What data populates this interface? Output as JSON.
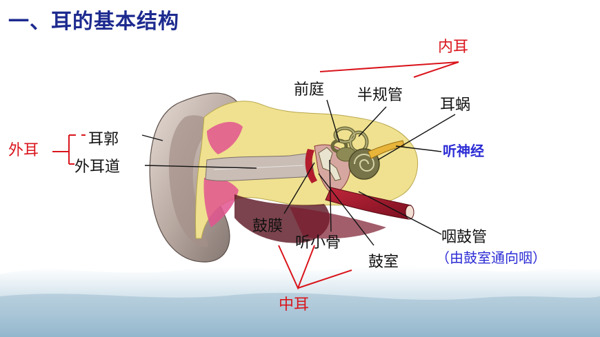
{
  "title": "一、耳的基本结构",
  "groups": {
    "inner_ear": "内耳",
    "outer_ear": "外耳",
    "middle_ear": "中耳"
  },
  "labels": {
    "vestibule": "前庭",
    "semicircular_canals": "半规管",
    "cochlea": "耳蜗",
    "auditory_nerve": "听神经",
    "auricle": "耳郭",
    "ear_canal": "外耳道",
    "eardrum": "鼓膜",
    "ossicles": "听小骨",
    "tympanic_cavity": "鼓室",
    "eustachian_tube": "咽鼓管",
    "eustachian_note": "（由鼓室通向咽）"
  },
  "colors": {
    "title": "#1d2a8f",
    "group_label": "#d9141b",
    "nerve_label": "#2b2bd6",
    "bracket": "#d9141b"
  }
}
